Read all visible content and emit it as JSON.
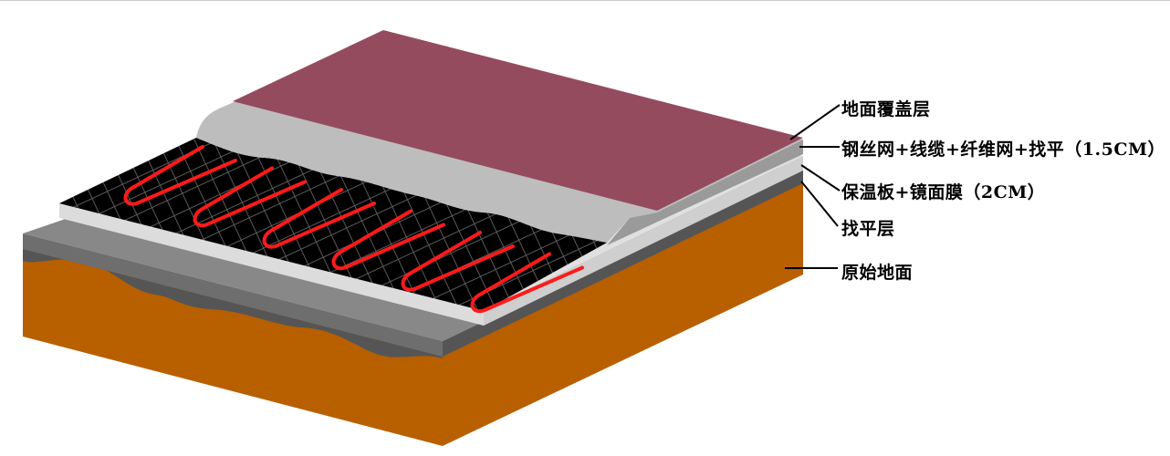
{
  "title": "Floor heating layer structure",
  "labels": [
    {
      "text": "地面覆盖层"
    },
    {
      "text": "钢丝网+线缆+纤维网+找平（1.5CM）"
    },
    {
      "text": "保温板+镜面膜（2CM）"
    },
    {
      "text": "找平层"
    },
    {
      "text": "原始地面"
    }
  ],
  "colors": {
    "floor_cover": "#954b5e",
    "screed": "#bdbdbd",
    "cable": "#ff1a1a",
    "mesh": "#000000",
    "insulation": "#e0e0e0",
    "leveling": "#808080",
    "ground": "#b85f00"
  }
}
